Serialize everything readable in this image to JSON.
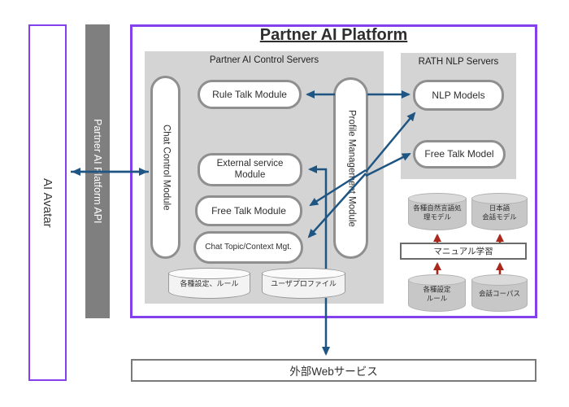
{
  "diagram_title": "Partner AI Platform",
  "ai_avatar": {
    "label": "AI Avatar"
  },
  "api_bar": {
    "label": "Partner AI Platform API"
  },
  "control_servers": {
    "title": "Partner AI Control Servers",
    "chat_control_module": "Chat Control Module",
    "rule_talk_module": "Rule Talk Module",
    "external_service_module_line1": "External service",
    "external_service_module_line2": "Module",
    "free_talk_module": "Free Talk Module",
    "chat_topic_module": "Chat Topic/Context Mgt.",
    "profile_management_module": "Profile Management Module",
    "settings_rules_store": "各種設定、ルール",
    "user_profile_store": "ユーザプロファイル"
  },
  "rath_servers": {
    "title": "RATH NLP Servers",
    "nlp_models": "NLP Models",
    "free_talk_model": "Free Talk Model"
  },
  "learning": {
    "nlp_model_store_line1": "各種自然言語処",
    "nlp_model_store_line2": "理モデル",
    "ja_model_store_line1": "日本語",
    "ja_model_store_line2": "会話モデル",
    "manual_learning": "マニュアル学習",
    "settings_store_line1": "各種設定",
    "settings_store_line2": "ルール",
    "corpus_store": "会話コーパス"
  },
  "external_web": {
    "label": "外部Webサービス"
  },
  "colors": {
    "accent_purple": "#8540ee",
    "arrow_blue": "#1f5582",
    "arrow_red": "#a8291c",
    "panel_gray": "#d4d4d4",
    "bar_gray": "#7f7f7f",
    "module_border_gray": "#8f8f8f"
  }
}
